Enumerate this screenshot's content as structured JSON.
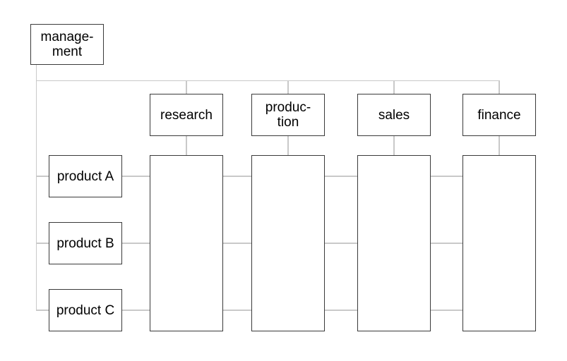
{
  "diagram": {
    "type": "matrix-organization-chart",
    "management": {
      "label": "manage-\nment"
    },
    "departments": [
      {
        "id": "research",
        "label": "research"
      },
      {
        "id": "production",
        "label": "produc-\ntion"
      },
      {
        "id": "sales",
        "label": "sales"
      },
      {
        "id": "finance",
        "label": "finance"
      }
    ],
    "products": [
      {
        "id": "product-a",
        "label": "product A"
      },
      {
        "id": "product-b",
        "label": "product B"
      },
      {
        "id": "product-c",
        "label": "product C"
      }
    ],
    "colors": {
      "background": "#ffffff",
      "box_fill": "#ffffff",
      "box_border": "#3a3a3a",
      "connector": "#c9c9c9",
      "text": "#000000"
    }
  }
}
